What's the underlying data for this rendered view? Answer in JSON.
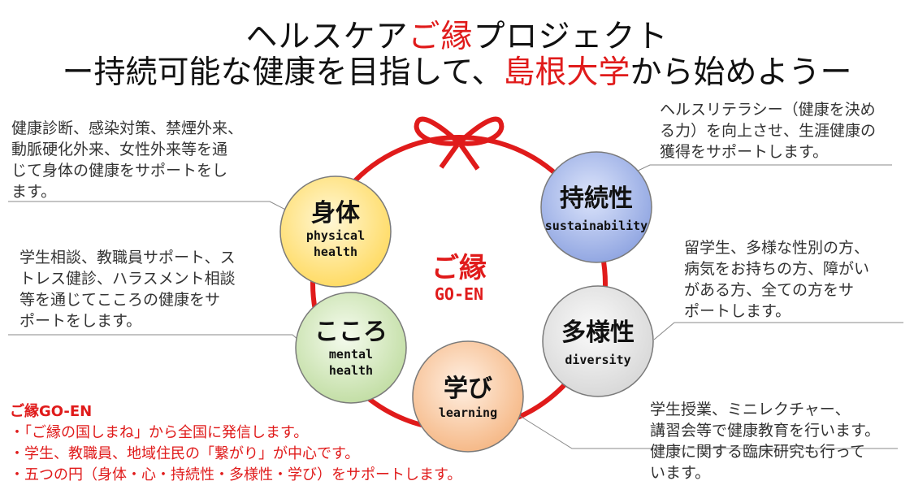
{
  "title": {
    "line1_prefix": "ヘルスケア",
    "line1_accent": "ご縁",
    "line1_suffix": "プロジェクト",
    "line2_prefix": "ー持続可能な健康を目指して、",
    "line2_accent": "島根大学",
    "line2_suffix": "から始めようー"
  },
  "center": {
    "jp": "ご縁",
    "en": "GO-EN"
  },
  "circles": [
    {
      "jp": "身体",
      "en1": "physical",
      "en2": "health"
    },
    {
      "jp": "持続性",
      "en1": "sustainability",
      "en2": ""
    },
    {
      "jp": "多様性",
      "en1": "diversity",
      "en2": ""
    },
    {
      "jp": "学び",
      "en1": "learning",
      "en2": ""
    },
    {
      "jp": "こころ",
      "en1": "mental",
      "en2": "health"
    }
  ],
  "descriptions": {
    "physical": "健康診断、感染対策、禁煙外来、\n動脈硬化外来、女性外来等を通\nじて身体の健康をサポートをし\nます。",
    "mental": "学生相談、教職員サポート、ス\nトレス健診、ハラスメント相談\n等を通じてこころの健康をサ\nポートをします。",
    "sustainability": "ヘルスリテラシー（健康を決め\nる力）を向上させ、生涯健康の\n獲得をサポートします。",
    "diversity": "留学生、多様な性別の方、\n病気をお持ちの方、障がい\nがある方、全ての方をサ\nポートします。",
    "learning": "学生授業、ミニレクチャー、\n講習会等で健康教育を行います。\n健康に関する臨床研究も行って\nいます。"
  },
  "summary": {
    "heading": "ご縁GO-EN",
    "lines": [
      "・「ご縁の国しまね」から全国に発信します。",
      "・学生、教職員、地域住民の「繋がり」が中心です。",
      "・五つの円（身体・心・持続性・多様性・学び）をサポートします。"
    ]
  },
  "colors": {
    "accent_red": "#e01b1b",
    "physical_fill": "#ffe48a",
    "sustainability_fill": "#9aaee6",
    "diversity_fill": "#e6e6e6",
    "learning_fill": "#f8c79c",
    "mental_fill": "#cfe6b3"
  }
}
